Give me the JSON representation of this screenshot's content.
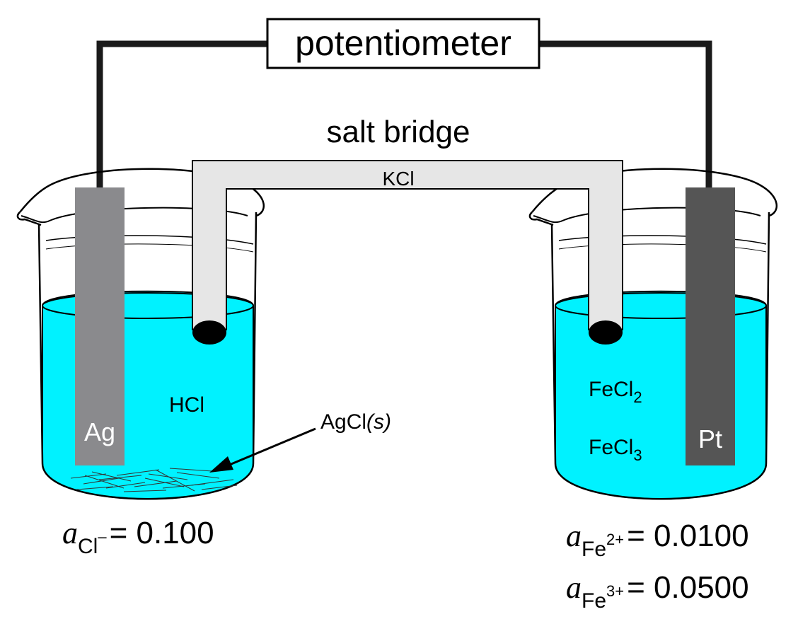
{
  "labels": {
    "potentiometer": "potentiometer",
    "salt_bridge": "salt bridge",
    "bridge_electrolyte": "KCl",
    "left_electrode": "Ag",
    "right_electrode": "Pt",
    "left_solution": "HCl",
    "precipitate": "AgCl",
    "precipitate_state": "(s)",
    "right_solution_1": {
      "base": "FeCl",
      "sub": "2"
    },
    "right_solution_2": {
      "base": "FeCl",
      "sub": "3"
    }
  },
  "activities": {
    "chloride": {
      "symbol": "a",
      "species": "Cl",
      "charge": "–",
      "equals": "= 0.100"
    },
    "iron2": {
      "symbol": "a",
      "species": "Fe",
      "charge": "2+",
      "equals": "= 0.0100"
    },
    "iron3": {
      "symbol": "a",
      "species": "Fe",
      "charge": "3+",
      "equals": "= 0.0500"
    }
  },
  "colors": {
    "solution": "#00f2ff",
    "bridge": "#e6e6e6",
    "silver_electrode": "#8a8a8d",
    "platinum_electrode": "#555555",
    "wire": "#1a1a1a"
  }
}
